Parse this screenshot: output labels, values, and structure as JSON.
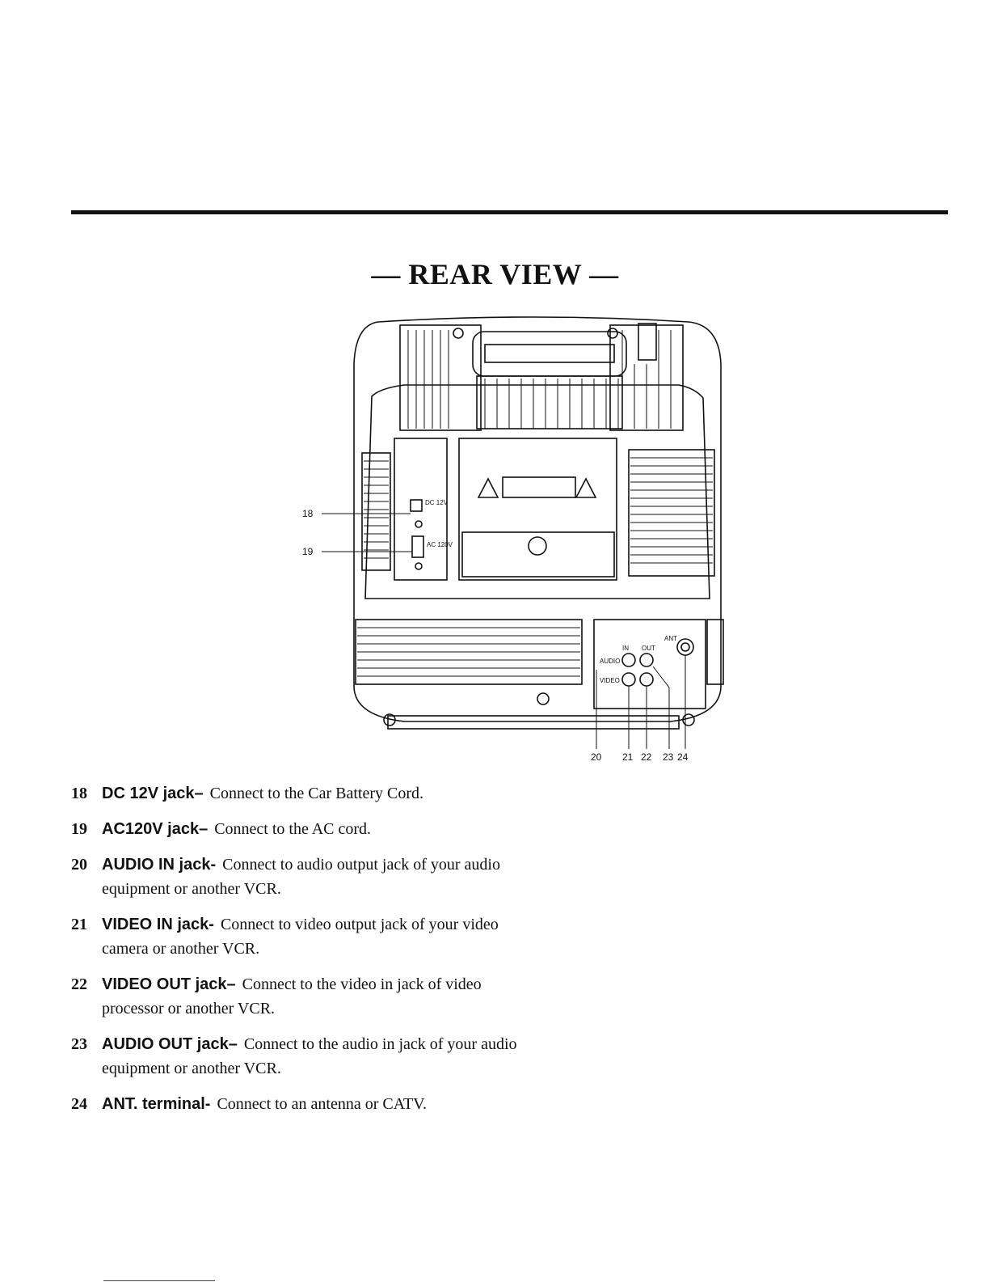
{
  "page": {
    "title": "— REAR VIEW —"
  },
  "diagram": {
    "callouts": [
      "18",
      "19",
      "20",
      "21",
      "22",
      "23",
      "24"
    ],
    "panel_labels": {
      "dc": "DC 12V",
      "ac": "AC 120V",
      "in": "IN",
      "out": "OUT",
      "audio": "AUDIO",
      "video": "VIDEO",
      "ant": "ANT"
    }
  },
  "items": [
    {
      "num": "18",
      "label": "DC 12V jack–",
      "desc": "Connect to the Car Battery Cord."
    },
    {
      "num": "19",
      "label": "AC120V jack–",
      "desc": "Connect to the AC cord."
    },
    {
      "num": "20",
      "label": "AUDIO IN jack-",
      "desc": "Connect to audio output jack of your audio equipment or another VCR."
    },
    {
      "num": "21",
      "label": "VIDEO IN jack-",
      "desc": "Connect to video output jack of your video camera or another VCR."
    },
    {
      "num": "22",
      "label": "VIDEO OUT jack–",
      "desc": "Connect to the video in jack of video processor or another VCR."
    },
    {
      "num": "23",
      "label": "AUDIO OUT jack–",
      "desc": "Connect to the audio in jack of your audio equipment or another VCR."
    },
    {
      "num": "24",
      "label": "ANT. terminal-",
      "desc": "Connect to an antenna or CATV."
    }
  ]
}
